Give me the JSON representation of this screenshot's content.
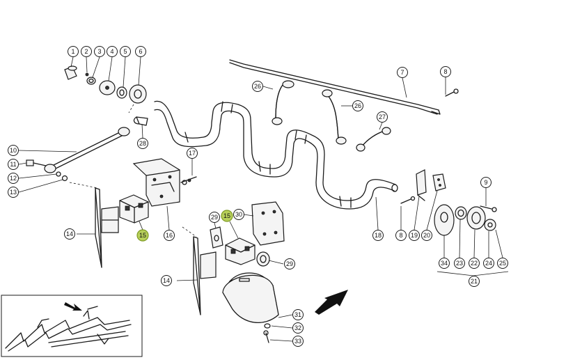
{
  "callouts": {
    "c1": "1",
    "c2": "2",
    "c3": "3",
    "c4": "4",
    "c5": "5",
    "c6": "6",
    "c7": "7",
    "c8a": "8",
    "c8b": "8",
    "c9": "9",
    "c10": "10",
    "c11": "11",
    "c12": "12",
    "c13": "13",
    "c14a": "14",
    "c14b": "14",
    "c15a": "15",
    "c15b": "15",
    "c16": "16",
    "c17": "17",
    "c18": "18",
    "c19": "19",
    "c20": "20",
    "c21": "21",
    "c22": "22",
    "c23": "23",
    "c24": "24",
    "c25": "25",
    "c26a": "26",
    "c26b": "26",
    "c27": "27",
    "c28": "28",
    "c29a": "29",
    "c29b": "29",
    "c30": "30",
    "c31": "31",
    "c32": "32",
    "c33": "33",
    "c34": "34"
  },
  "highlighted_callouts": [
    "15"
  ],
  "colors": {
    "highlight": "#b7cf5a",
    "line": "#1a1a1a",
    "background": "#ffffff"
  }
}
